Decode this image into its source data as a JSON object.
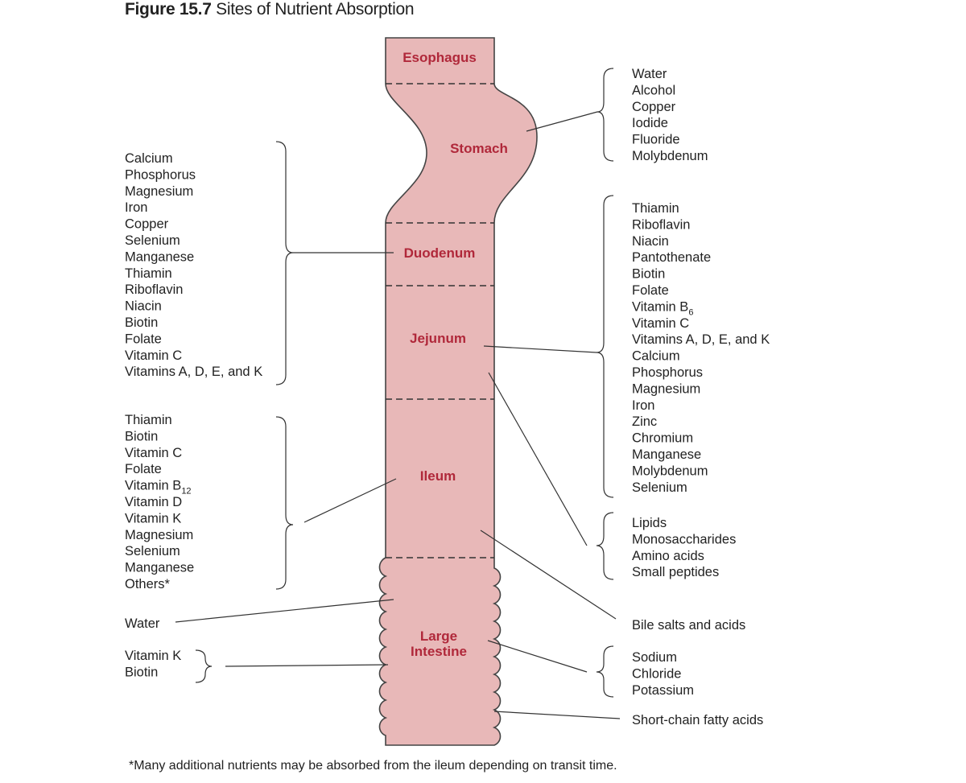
{
  "figure": {
    "number": "Figure 15.7",
    "title": "Sites of Nutrient Absorption"
  },
  "organs": {
    "esophagus": "Esophagus",
    "stomach": "Stomach",
    "duodenum": "Duodenum",
    "jejunum": "Jejunum",
    "ileum": "Ileum",
    "large_intestine": [
      "Large",
      "Intestine"
    ]
  },
  "groups": {
    "stomach": [
      "Water",
      "Alcohol",
      "Copper",
      "Iodide",
      "Fluoride",
      "Molybdenum"
    ],
    "duodenum": [
      "Calcium",
      "Phosphorus",
      "Magnesium",
      "Iron",
      "Copper",
      "Selenium",
      "Manganese",
      "Thiamin",
      "Riboflavin",
      "Niacin",
      "Biotin",
      "Folate",
      "Vitamin C",
      "Vitamins A, D, E, and K"
    ],
    "jejunum": [
      "Thiamin",
      "Riboflavin",
      "Niacin",
      "Pantothenate",
      "Biotin",
      "Folate",
      "Vitamin B6",
      "Vitamin C",
      "Vitamins A, D, E, and K",
      "Calcium",
      "Phosphorus",
      "Magnesium",
      "Iron",
      "Zinc",
      "Chromium",
      "Manganese",
      "Molybdenum",
      "Selenium"
    ],
    "jejunum_macro": [
      "Lipids",
      "Monosaccharides",
      "Amino acids",
      "Small peptides"
    ],
    "ileum": [
      "Thiamin",
      "Biotin",
      "Vitamin C",
      "Folate",
      "Vitamin B12",
      "Vitamin D",
      "Vitamin K",
      "Magnesium",
      "Selenium",
      "Manganese",
      "Others*"
    ],
    "ileum_right": [
      "Bile salts and acids"
    ],
    "large_intestine_water": [
      "Water"
    ],
    "large_intestine_vitamins": [
      "Vitamin K",
      "Biotin"
    ],
    "large_intestine_electrolytes": [
      "Sodium",
      "Chloride",
      "Potassium"
    ],
    "large_intestine_fatty": [
      "Short-chain fatty acids"
    ]
  },
  "footnote": "*Many additional nutrients may be absorbed from the ileum depending on transit time."
}
